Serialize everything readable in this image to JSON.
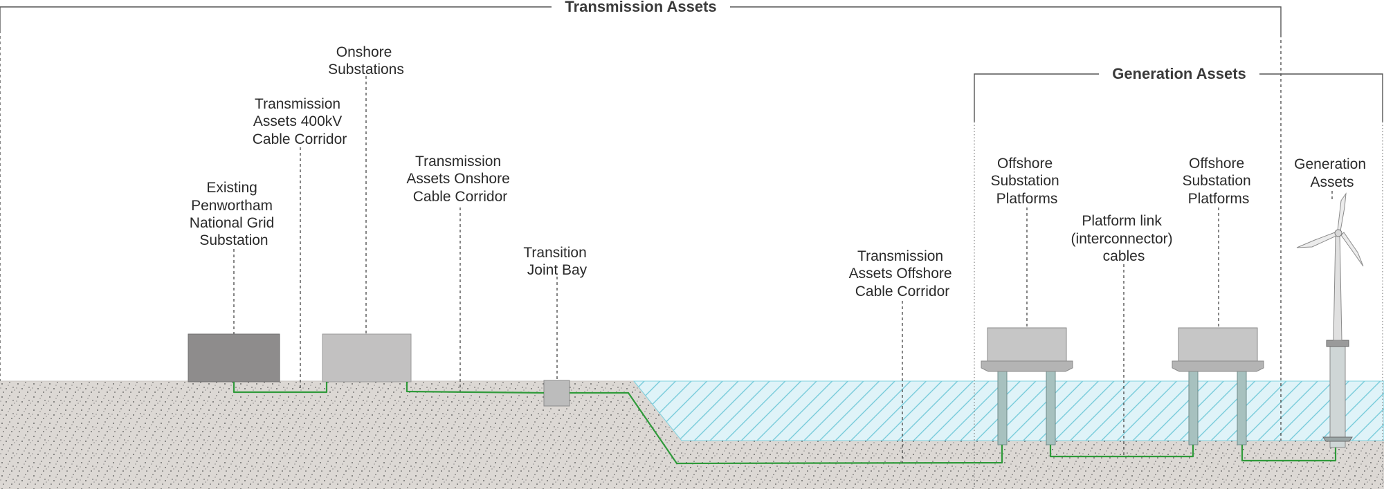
{
  "headers": {
    "transmission": "Transmission Assets",
    "generation": "Generation Assets"
  },
  "labels": {
    "existing_substation": [
      "Existing",
      "Penwortham",
      "National Grid",
      "Substation"
    ],
    "cable_corridor_400kv": [
      "Transmission",
      "Assets 400kV",
      "Cable Corridor"
    ],
    "onshore_substations": [
      "Onshore",
      "Substations"
    ],
    "onshore_cable_corridor": [
      "Transmission",
      "Assets Onshore",
      "Cable Corridor"
    ],
    "transition_joint_bay": [
      "Transition",
      "Joint Bay"
    ],
    "offshore_cable_corridor": [
      "Transmission",
      "Assets Offshore",
      "Cable Corridor"
    ],
    "offshore_platforms_1": [
      "Offshore",
      "Substation",
      "Platforms"
    ],
    "platform_link_cables": [
      "Platform link",
      "(interconnector)",
      "cables"
    ],
    "offshore_platforms_2": [
      "Offshore",
      "Substation",
      "Platforms"
    ],
    "generation_assets": [
      "Generation",
      "Assets"
    ]
  },
  "colors": {
    "ground": "#dcd8d4",
    "sea": "#dff3f8",
    "sea_hatch": "#6fc8d8",
    "cable": "#2f9a3a",
    "existing_substation_fill": "#8e8c8c",
    "onshore_substation_fill": "#c2c1c1",
    "platform_fill": "#c6c6c6"
  }
}
